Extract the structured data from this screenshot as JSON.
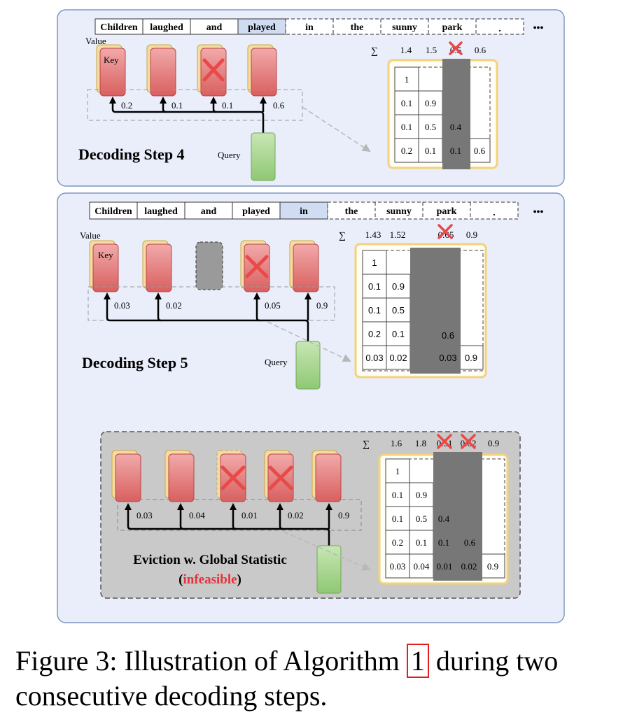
{
  "step4": {
    "tokens": [
      "Children",
      "laughed",
      "and",
      "played",
      "in",
      "the",
      "sunny",
      "park",
      "."
    ],
    "ellipsis": "•••",
    "value_label": "Value",
    "key_label": "Key",
    "query_label": "Query",
    "weights": [
      "0.2",
      "0.1",
      "0.1",
      "0.6"
    ],
    "sigma": "∑",
    "sums": [
      "1.4",
      "1.5",
      "0.5",
      "0.6"
    ],
    "title": "Decoding Step 4",
    "matrix": [
      [
        "1",
        "",
        "",
        ""
      ],
      [
        "0.1",
        "0.9",
        "",
        ""
      ],
      [
        "0.1",
        "0.5",
        "0.4",
        ""
      ],
      [
        "0.2",
        "0.1",
        "0.1",
        "0.6"
      ]
    ]
  },
  "step5": {
    "tokens": [
      "Children",
      "laughed",
      "and",
      "played",
      "in",
      "the",
      "sunny",
      "park",
      "."
    ],
    "ellipsis": "•••",
    "value_label": "Value",
    "key_label": "Key",
    "query_label": "Query",
    "weights": [
      "0.03",
      "0.02",
      "0.05",
      "0.9"
    ],
    "sigma": "∑",
    "sums": [
      "1.43",
      "1.52",
      "0.65",
      "0.9"
    ],
    "title": "Decoding Step 5",
    "matrix": [
      [
        "1",
        "",
        "",
        "",
        ""
      ],
      [
        "0.1",
        "0.9",
        "",
        "",
        ""
      ],
      [
        "0.1",
        "0.5",
        "",
        "",
        ""
      ],
      [
        "0.2",
        "0.1",
        "",
        "0.6",
        ""
      ],
      [
        "0.03",
        "0.02",
        "",
        "0.03",
        "0.9"
      ]
    ]
  },
  "global": {
    "weights": [
      "0.03",
      "0.04",
      "0.01",
      "0.02",
      "0.9"
    ],
    "sigma": "∑",
    "sums": [
      "1.6",
      "1.8",
      "0.51",
      "0.62",
      "0.9"
    ],
    "title": "Eviction w. Global Statistic",
    "subtitle_open": "(",
    "subtitle_word": "infeasible",
    "subtitle_close": ")",
    "matrix": [
      [
        "1",
        "",
        "",
        "",
        ""
      ],
      [
        "0.1",
        "0.9",
        "",
        "",
        ""
      ],
      [
        "0.1",
        "0.5",
        "0.4",
        "",
        ""
      ],
      [
        "0.2",
        "0.1",
        "0.1",
        "0.6",
        ""
      ],
      [
        "0.03",
        "0.04",
        "0.01",
        "0.02",
        "0.9"
      ]
    ]
  },
  "caption": {
    "prefix": "Figure 3: Illustration of Algorithm ",
    "ref": "1",
    "suffix": " during two consecutive decoding steps."
  },
  "colors": {
    "panel_bg": "#e9eefa",
    "panel_border": "#8196c4",
    "global_bg": "#c9c9c9",
    "key_red": "#e07b7b",
    "value_yellow": "#f6dca0",
    "query_green": "#a6d38b",
    "highlight_token": "#cfdcf2",
    "matrix_gold": "#f3d27a",
    "evicted_gray": "#777777",
    "cross_red": "#e84a4a",
    "infeasible_red": "#e8323c"
  }
}
